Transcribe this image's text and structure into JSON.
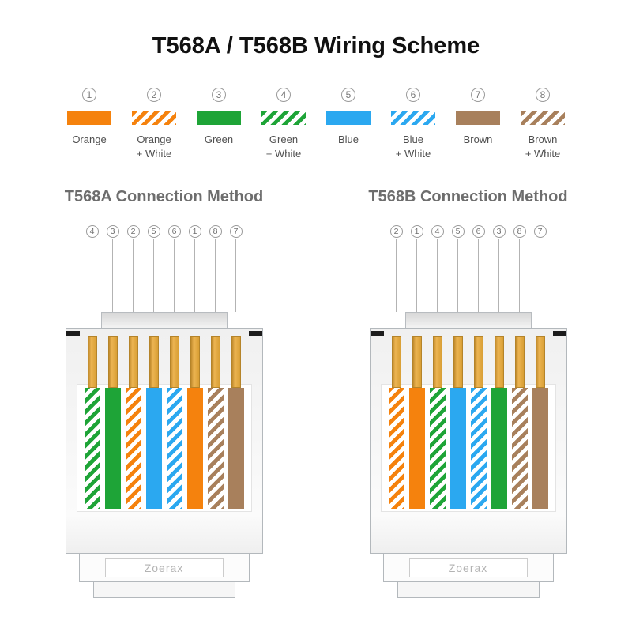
{
  "title": "T568A / T568B Wiring Scheme",
  "colors": {
    "orange": "#F5820D",
    "green": "#1EA437",
    "blue": "#2BA8F0",
    "brown": "#A8805C"
  },
  "legend": {
    "items": [
      {
        "number": "1",
        "label": "Orange",
        "color": "orange",
        "striped": false
      },
      {
        "number": "2",
        "label": "Orange\n+ White",
        "color": "orange",
        "striped": true
      },
      {
        "number": "3",
        "label": "Green",
        "color": "green",
        "striped": false
      },
      {
        "number": "4",
        "label": "Green\n+ White",
        "color": "green",
        "striped": true
      },
      {
        "number": "5",
        "label": "Blue",
        "color": "blue",
        "striped": false
      },
      {
        "number": "6",
        "label": "Blue\n+ White",
        "color": "blue",
        "striped": true
      },
      {
        "number": "7",
        "label": "Brown",
        "color": "brown",
        "striped": false
      },
      {
        "number": "8",
        "label": "Brown\n+ White",
        "color": "brown",
        "striped": true
      }
    ]
  },
  "sections": [
    {
      "heading": "T568A Connection Method",
      "pin_order": [
        "4",
        "3",
        "2",
        "5",
        "6",
        "1",
        "8",
        "7"
      ],
      "wires": [
        "green-white",
        "green",
        "orange-white",
        "blue",
        "blue-white",
        "orange",
        "brown-white",
        "brown"
      ],
      "brand": "Zoerax"
    },
    {
      "heading": "T568B Connection Method",
      "pin_order": [
        "2",
        "1",
        "4",
        "5",
        "6",
        "3",
        "8",
        "7"
      ],
      "wires": [
        "orange-white",
        "orange",
        "green-white",
        "blue",
        "blue-white",
        "green",
        "brown-white",
        "brown"
      ],
      "brand": "Zoerax"
    }
  ]
}
